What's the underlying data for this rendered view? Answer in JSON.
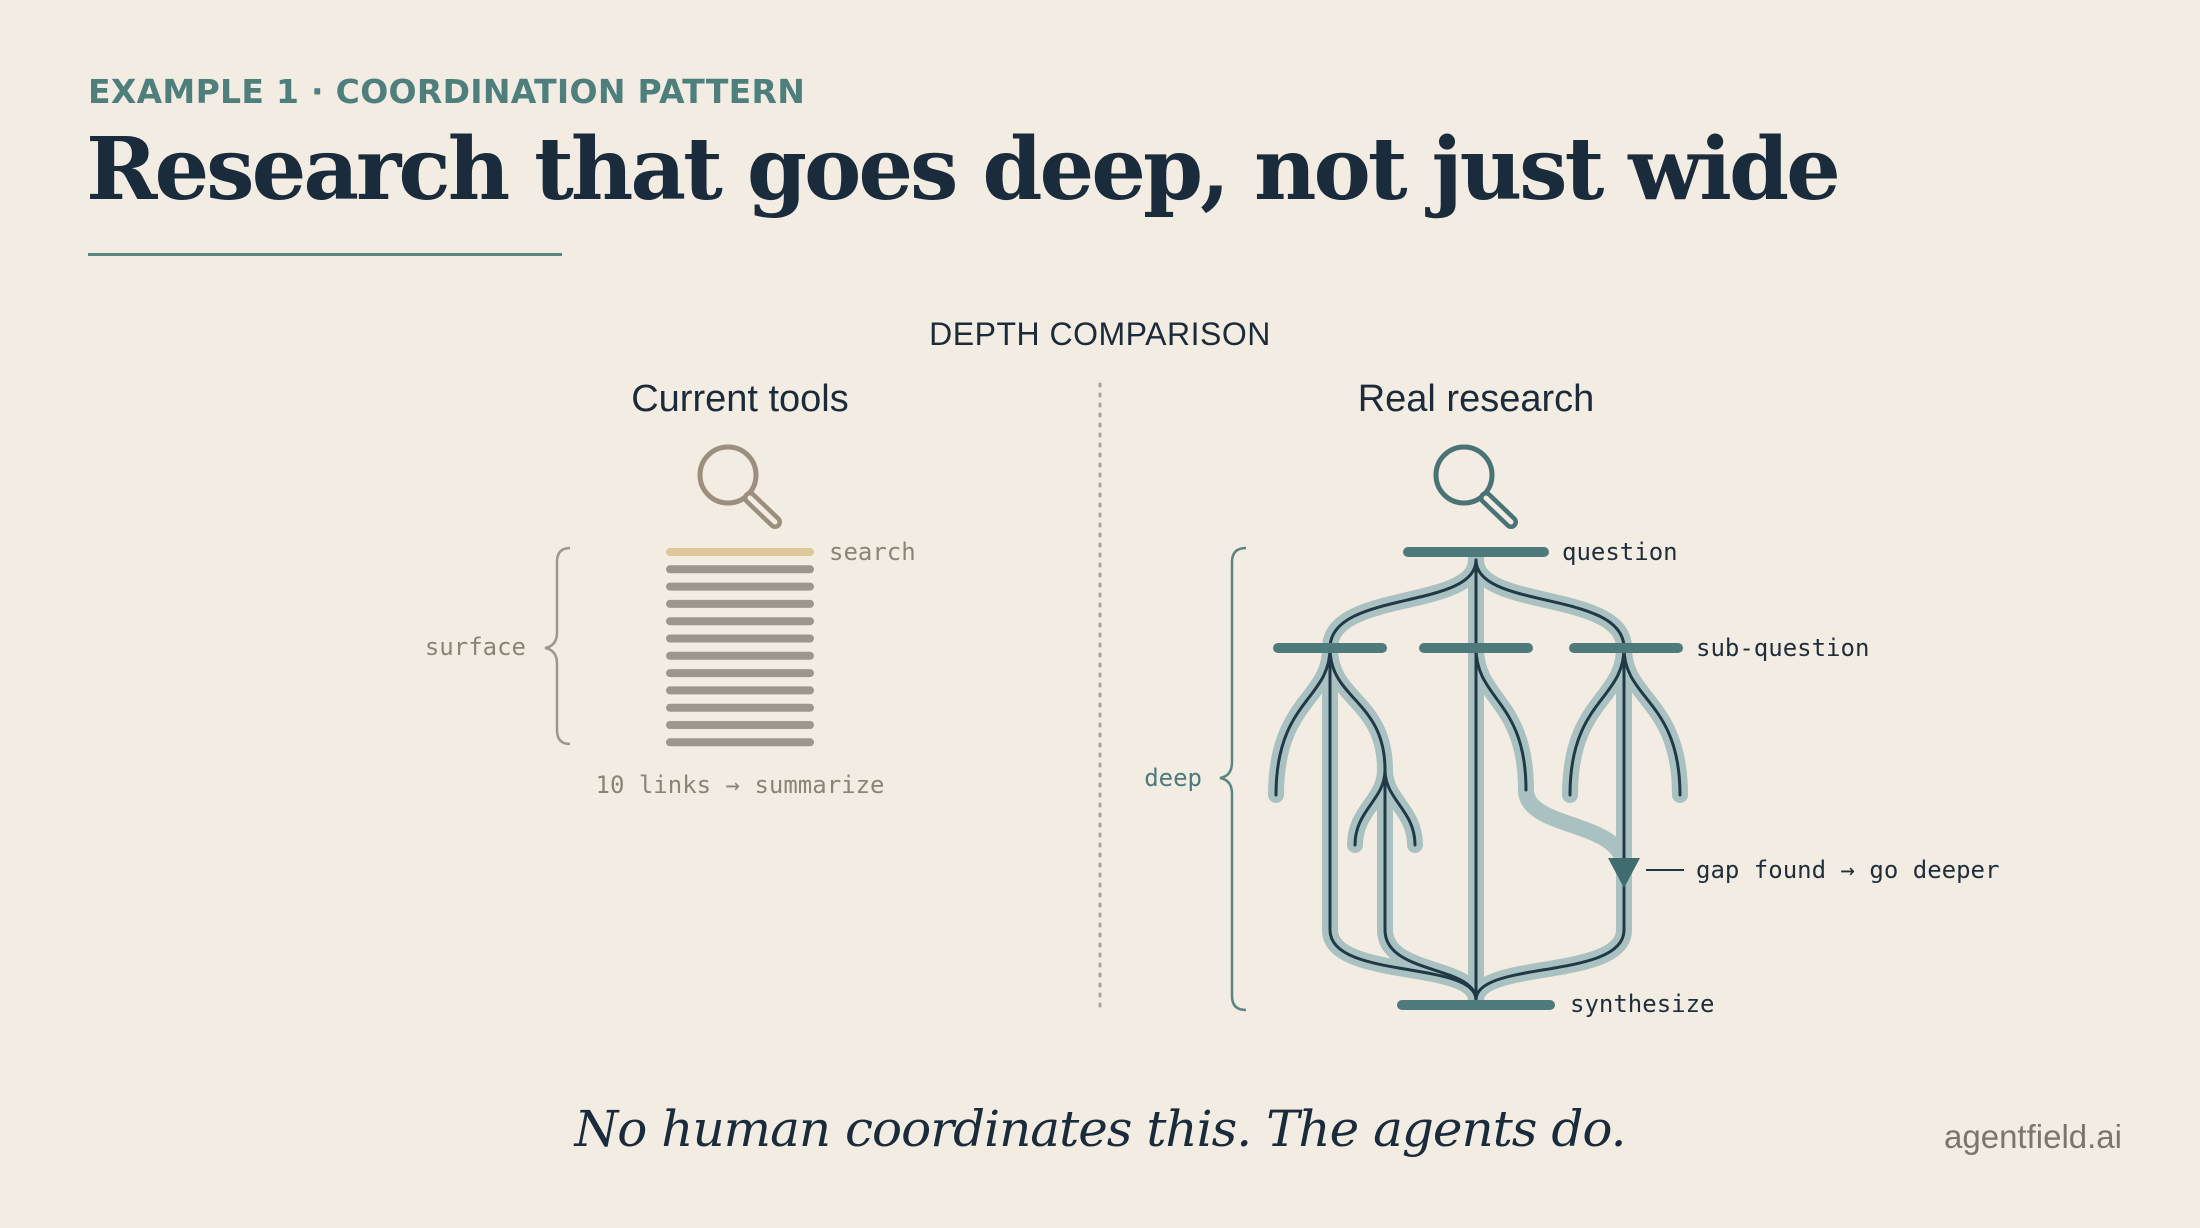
{
  "header": {
    "eyebrow": "EXAMPLE 1 · COORDINATION PATTERN",
    "title": "Research that goes deep, not just wide"
  },
  "diagram": {
    "section_label": "DEPTH COMPARISON",
    "left": {
      "title": "Current tools",
      "icon": "magnifier-icon",
      "top_label": "search",
      "side_label": "surface",
      "bottom_label": "10 links → summarize"
    },
    "right": {
      "title": "Real research",
      "icon": "magnifier-icon",
      "question_label": "question",
      "subquestion_label": "sub-question",
      "side_label": "deep",
      "gap_label": "gap found → go deeper",
      "synth_label": "synthesize"
    }
  },
  "footer": {
    "tagline": "No human coordinates this. The agents do.",
    "brand": "agentfield.ai"
  },
  "colors": {
    "background": "#f2ece3",
    "accent": "#4e7f7c",
    "ink": "#1a2b3c",
    "highlight": "#dcc89a",
    "muted_lines": "#9c978c"
  }
}
